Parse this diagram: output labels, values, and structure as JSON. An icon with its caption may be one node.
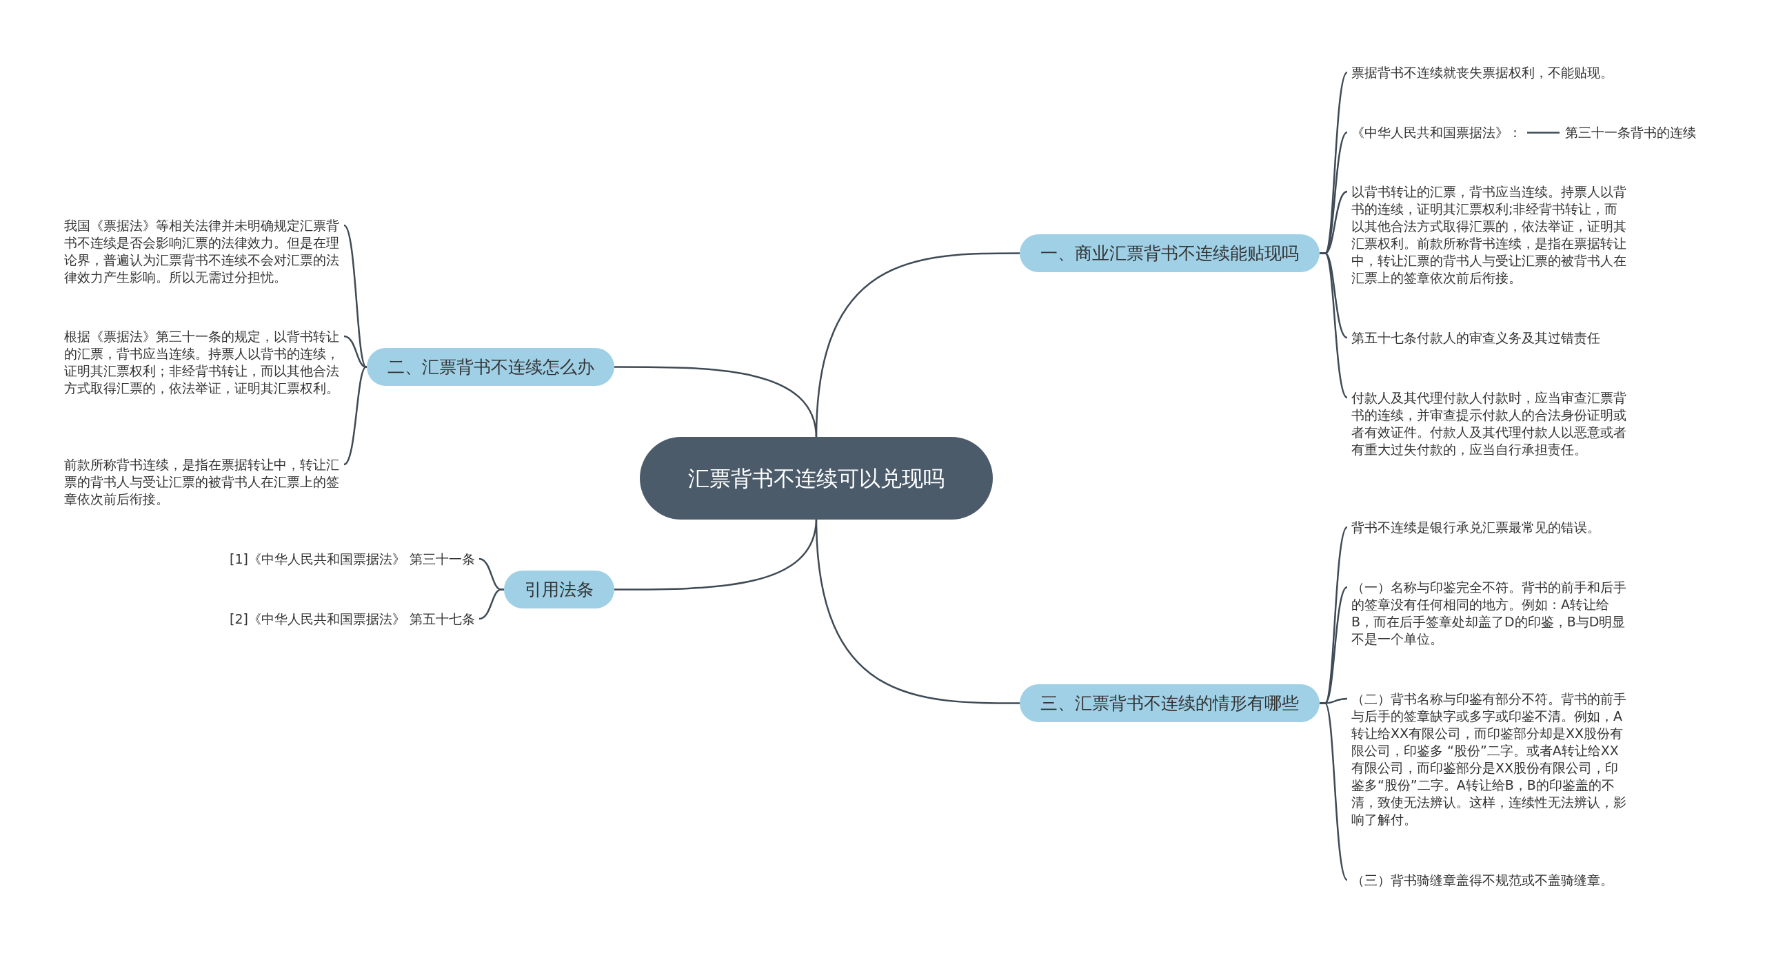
{
  "diagram": {
    "nodes": [
      {
        "text": [
          "汇票背书不连续可以兑现吗"
        ]
      },
      {
        "text": [
          "一、商业汇票背书不连续能贴现吗"
        ]
      },
      {
        "text": [
          "票据背书不连续就丧失票据权利，不能贴现。"
        ]
      },
      {
        "text": [
          "《中华人民共和国票据法》："
        ]
      },
      {
        "text": [
          "第三十一条背书的连续"
        ]
      },
      {
        "text": [
          "以背书转让的汇票，背书应当连续。持票人以背书的连续，证明其汇票权利;非经背书转让，而以其他合法方式取得汇票的，依法举证，证明其汇票权利。前款所称背书连续，是指在票据转让中，转让汇票的背书人与受让汇票的被背书人在汇票上的签章依次前后衔接。"
        ]
      },
      {
        "text": [
          "第五十七条付款人的审查义务及其过错责任"
        ]
      },
      {
        "text": [
          "付款人及其代理付款人付款时，应当审查汇票背书的连续，并审查提示付款人的合法身份证明或者有效证件。付款人及其代理付款人以恶意或者有重大过失付款的，应当自行承担责任。"
        ]
      },
      {
        "text": [
          "二、汇票背书不连续怎么办"
        ]
      },
      {
        "text": [
          "我国《票据法》等相关法律并未明确规定汇票背书不连续是否会影响汇票的法律效力。但是在理论界，普遍认为汇票背书不连续不会对汇票的法律效力产生影响。所以无需过分担忧。"
        ]
      },
      {
        "text": [
          "根据《票据法》第三十一条的规定，以背书转让的汇票，背书应当连续。持票人以背书的连续，证明其汇票权利；非经背书转让，而以其他合法方式取得汇票的，依法举证，证明其汇票权利。"
        ]
      },
      {
        "text": [
          "前款所称背书连续，是指在票据转让中，转让汇票的背书人与受让汇票的被背书人在汇票上的签章依次前后衔接。"
        ]
      },
      {
        "text": [
          "引用法条"
        ]
      },
      {
        "text": [
          "[1]《中华人民共和国票据法》 第三十一条"
        ]
      },
      {
        "text": [
          "[2]《中华人民共和国票据法》 第五十七条"
        ]
      },
      {
        "text": [
          "三、汇票背书不连续的情形有哪些"
        ]
      },
      {
        "text": [
          "背书不连续是银行承兑汇票最常见的错误。"
        ]
      },
      {
        "text": [
          "（一）名称与印鉴完全不符。背书的前手和后手的签章没有任何相同的地方。例如：A转让给B，而在后手签章处却盖了D的印鉴，B与D明显不是一个单位。"
        ]
      },
      {
        "text": [
          "（二）背书名称与印鉴有部分不符。背书的前手与后手的签章缺字或多字或印鉴不清。例如，A转让给XX有限公司，而印鉴部分却是XX股份有限公司，印鉴多 “股份”二字。或者A转让给XX有限公司，而印鉴部分是XX股份有限公司，印鉴多“股份”二字。A转让给B，B的印鉴盖的不清，致使无法辨认。这样，连续性无法辨认，影响了解付。"
        ]
      },
      {
        "text": [
          "（三）背书骑缝章盖得不规范或不盖骑缝章。"
        ]
      }
    ],
    "edges": [
      {
        "from": 0,
        "to": 1,
        "arrow": "none"
      },
      {
        "from": 1,
        "to": 2,
        "arrow": "none"
      },
      {
        "from": 1,
        "to": 3,
        "arrow": "none"
      },
      {
        "from": 3,
        "to": 4,
        "arrow": "none"
      },
      {
        "from": 1,
        "to": 5,
        "arrow": "none"
      },
      {
        "from": 1,
        "to": 6,
        "arrow": "none"
      },
      {
        "from": 1,
        "to": 7,
        "arrow": "none"
      },
      {
        "from": 0,
        "to": 8,
        "arrow": "none"
      },
      {
        "from": 8,
        "to": 9,
        "arrow": "none"
      },
      {
        "from": 8,
        "to": 10,
        "arrow": "none"
      },
      {
        "from": 8,
        "to": 11,
        "arrow": "none"
      },
      {
        "from": 0,
        "to": 12,
        "arrow": "none"
      },
      {
        "from": 12,
        "to": 13,
        "arrow": "none"
      },
      {
        "from": 12,
        "to": 14,
        "arrow": "none"
      },
      {
        "from": 0,
        "to": 15,
        "arrow": "none"
      },
      {
        "from": 15,
        "to": 16,
        "arrow": "none"
      },
      {
        "from": 15,
        "to": 17,
        "arrow": "none"
      },
      {
        "from": 15,
        "to": 18,
        "arrow": "none"
      },
      {
        "from": 15,
        "to": 19,
        "arrow": "none"
      }
    ]
  }
}
